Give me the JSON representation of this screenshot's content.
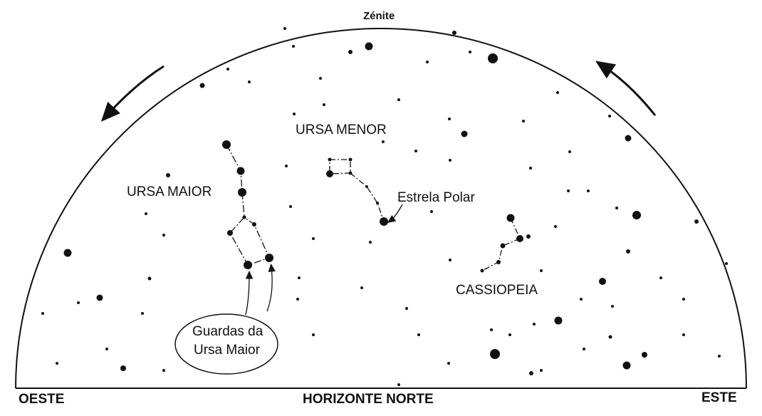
{
  "title_zenith": "Zénite",
  "horizon": {
    "west": "OESTE",
    "north": "HORIZONTE NORTE",
    "east": "ESTE"
  },
  "constellations": {
    "ursa_minor": "URSA MENOR",
    "ursa_major": "URSA MAIOR",
    "cassiopeia": "CASSIOPEIA"
  },
  "annotations": {
    "polaris": "Estrela Polar",
    "guards_line1": "Guardas da",
    "guards_line2": "Ursa Maior"
  },
  "colors": {
    "ink": "#111111",
    "background": "#ffffff"
  }
}
